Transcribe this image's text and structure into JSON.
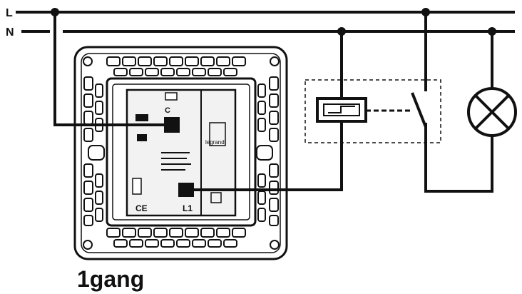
{
  "lines": {
    "live": "L",
    "neutral": "N"
  },
  "device": {
    "caption": "1gang",
    "terminals": {
      "common": "C",
      "load": "L1"
    },
    "marks": {
      "ce": "CE",
      "brand": "legrand"
    }
  },
  "colors": {
    "ink": "#111111",
    "paper": "#ffffff",
    "module_fill": "#f2f2f2"
  },
  "icons": {
    "lamp": "lamp-icon",
    "relay": "relay-icon",
    "switch": "switch-contact-icon"
  }
}
